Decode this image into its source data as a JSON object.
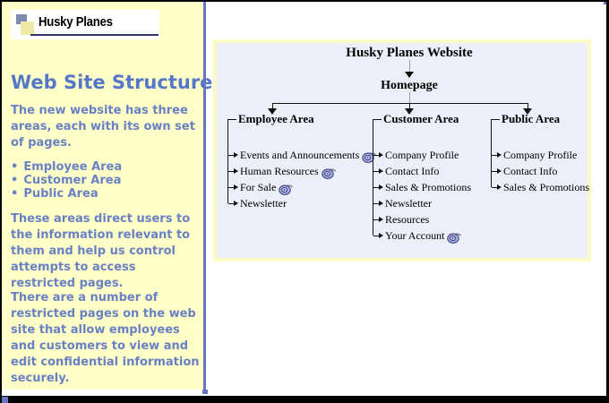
{
  "logo": {
    "text": "Husky Planes"
  },
  "sidebar": {
    "headline": "Web Site Structure",
    "intro": "The new website has three areas, each with its own set of pages.",
    "bullets": [
      "Employee Area",
      "Customer Area",
      "Public Area"
    ],
    "para_control": "These areas direct users to the information relevant to them and help us control attempts to access restricted pages.",
    "para_restricted": "There are a number of restricted pages on the web site that allow employees and customers to view and edit confidential information securely."
  },
  "diagram": {
    "title": "Husky Planes Website",
    "root": "Homepage",
    "columns": [
      {
        "header": "Employee Area",
        "items": [
          {
            "label": "Events and Announcements",
            "locked": true
          },
          {
            "label": "Human Resources",
            "locked": true
          },
          {
            "label": "For Sale",
            "locked": true
          },
          {
            "label": "Newsletter",
            "locked": false
          }
        ]
      },
      {
        "header": "Customer Area",
        "items": [
          {
            "label": "Company Profile",
            "locked": false
          },
          {
            "label": "Contact Info",
            "locked": false
          },
          {
            "label": "Sales & Promotions",
            "locked": false
          },
          {
            "label": "Newsletter",
            "locked": false
          },
          {
            "label": "Resources",
            "locked": false
          },
          {
            "label": "Your Account",
            "locked": true
          }
        ]
      },
      {
        "header": "Public Area",
        "items": [
          {
            "label": "Company Profile",
            "locked": false
          },
          {
            "label": "Contact Info",
            "locked": false
          },
          {
            "label": "Sales & Promotions",
            "locked": false
          }
        ]
      }
    ]
  },
  "colors": {
    "accent_periwinkle": "#6677BE",
    "sidebar_bg": "#FFFFC8",
    "panel_bg": "#ECEFF7",
    "panel_border": "#FAFAC2",
    "headline_text": "#5577C8",
    "body_text": "#6981C4",
    "logo_rule": "#333366",
    "lock_body": "#9FA8E8",
    "bottom_bar": "#000000"
  }
}
